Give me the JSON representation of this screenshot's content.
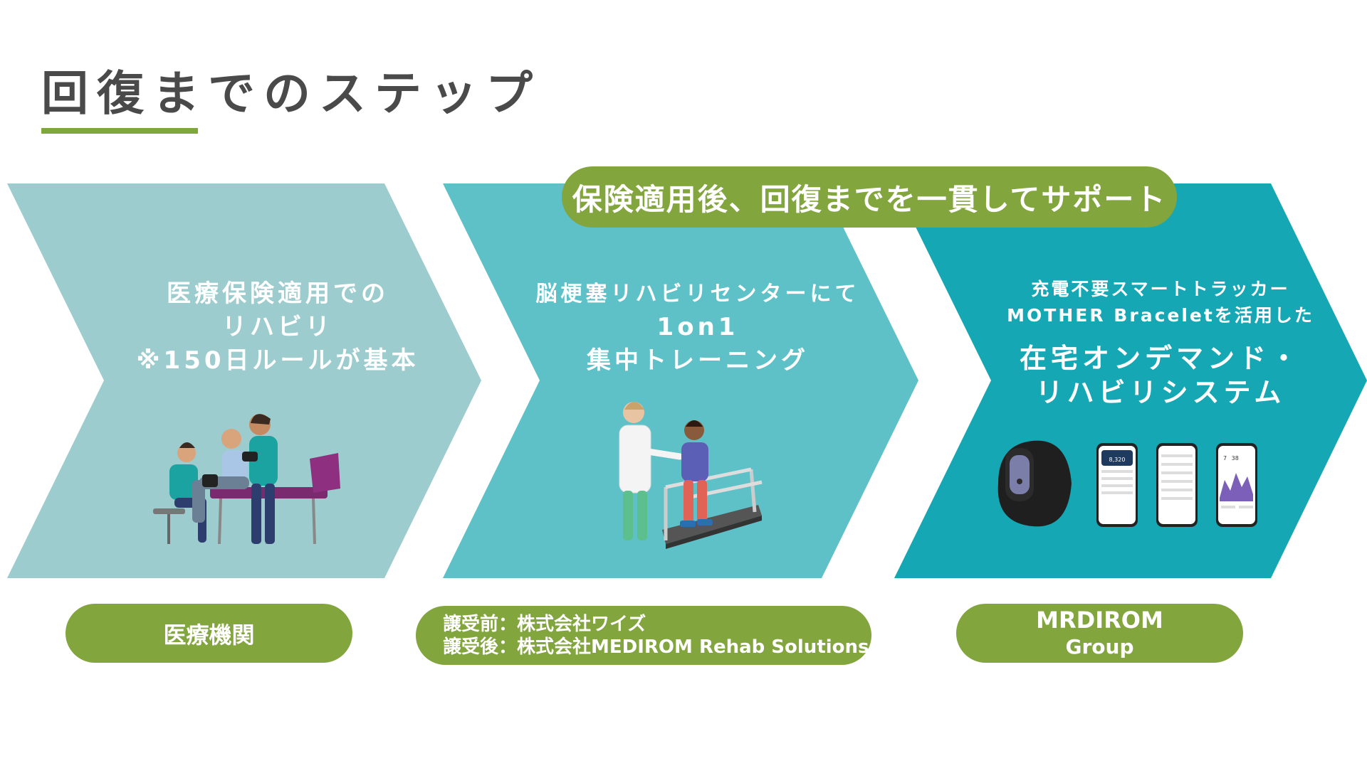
{
  "title": "回復までのステップ",
  "banner": "保険適用後、回復までを一貫してサポート",
  "colors": {
    "arrow1": "#9ccccd",
    "arrow2": "#5fc1c8",
    "arrow3": "#15a7b4",
    "green": "#82a53d"
  },
  "steps": [
    {
      "lines": [
        "医療保険適用での",
        "リハビリ",
        "※150日ルールが基本"
      ],
      "provider": "医療機関"
    },
    {
      "lines": [
        "脳梗塞リハビリセンターにて",
        "1on1",
        "集中トレーニング"
      ],
      "provider_lines": [
        "譲受前：株式会社ワイズ",
        "譲受後：株式会社MEDIROM Rehab Solutions"
      ]
    },
    {
      "subtitle_lines": [
        "充電不要スマートトラッカー",
        "MOTHER Braceletを活用した"
      ],
      "title_lines": [
        "在宅オンデマンド・",
        "リハビリシステム"
      ],
      "provider_lines": [
        "MRDIROM",
        "Group"
      ]
    }
  ],
  "phone_screens": [
    "8,320",
    "7",
    "38"
  ]
}
